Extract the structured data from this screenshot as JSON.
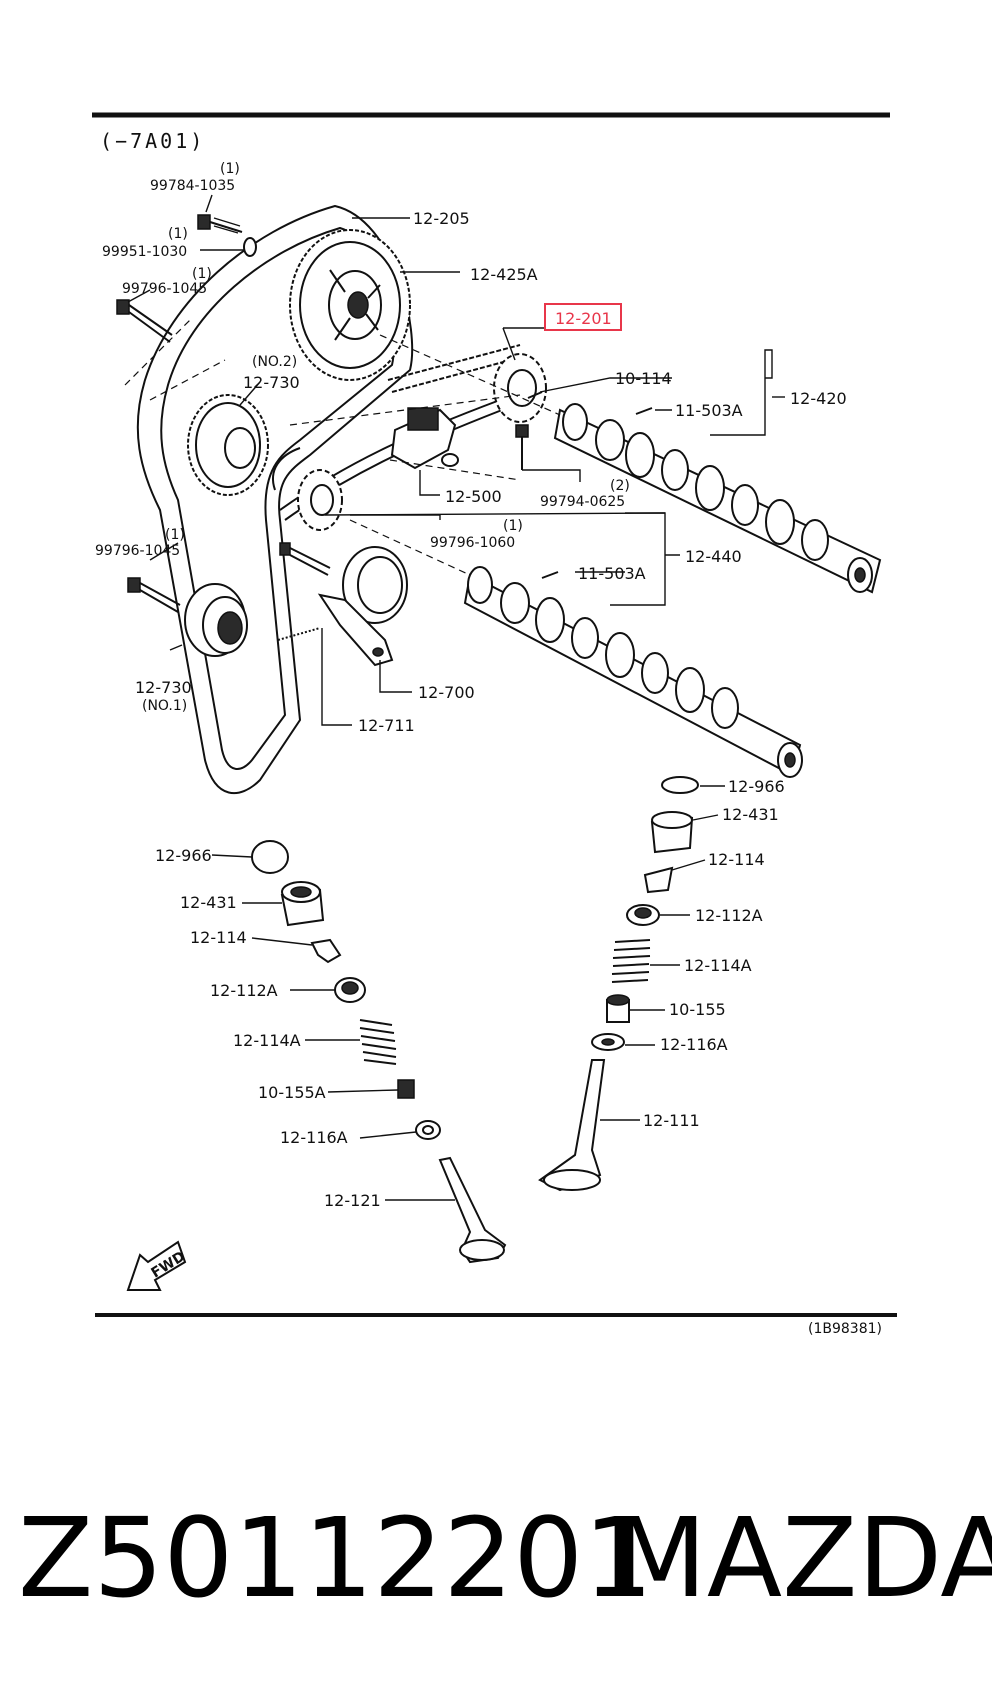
{
  "diagram": {
    "header": "(−7A01)",
    "footer_code": "(1B98381)",
    "fwd_label": "FWD",
    "highlight_color": "#e8364a",
    "labels": [
      {
        "id": "qty-99784",
        "text": "(1)"
      },
      {
        "id": "p-99784-1035",
        "text": "99784-1035"
      },
      {
        "id": "qty-99951",
        "text": "(1)"
      },
      {
        "id": "p-99951-1030",
        "text": "99951-1030"
      },
      {
        "id": "qty-99796a",
        "text": "(1)"
      },
      {
        "id": "p-99796-1045a",
        "text": "99796-1045"
      },
      {
        "id": "p-12-205",
        "text": "12-205"
      },
      {
        "id": "p-12-425A",
        "text": "12-425A"
      },
      {
        "id": "p-12-201",
        "text": "12-201"
      },
      {
        "id": "p-no2",
        "text": "(NO.2)"
      },
      {
        "id": "p-12-730a",
        "text": "12-730"
      },
      {
        "id": "p-10-114",
        "text": "10-114"
      },
      {
        "id": "p-12-420",
        "text": "12-420"
      },
      {
        "id": "p-11-503Aa",
        "text": "11-503A"
      },
      {
        "id": "p-12-500",
        "text": "12-500"
      },
      {
        "id": "qty-99794",
        "text": "(2)"
      },
      {
        "id": "p-99794-0625",
        "text": "99794-0625"
      },
      {
        "id": "qty-99796b",
        "text": "(1)"
      },
      {
        "id": "p-99796-1045b",
        "text": "99796-1045"
      },
      {
        "id": "qty-99796-1060",
        "text": "(1)"
      },
      {
        "id": "p-99796-1060",
        "text": "99796-1060"
      },
      {
        "id": "p-12-440",
        "text": "12-440"
      },
      {
        "id": "p-11-503Ab",
        "text": "11-503A"
      },
      {
        "id": "p-12-730b",
        "text": "12-730"
      },
      {
        "id": "p-no1",
        "text": "(NO.1)"
      },
      {
        "id": "p-12-700",
        "text": "12-700"
      },
      {
        "id": "p-12-711",
        "text": "12-711"
      },
      {
        "id": "p-12-966a",
        "text": "12-966"
      },
      {
        "id": "p-12-431a",
        "text": "12-431"
      },
      {
        "id": "p-12-114a",
        "text": "12-114"
      },
      {
        "id": "p-12-112Aa",
        "text": "12-112A"
      },
      {
        "id": "p-12-114Aa",
        "text": "12-114A"
      },
      {
        "id": "p-10-155",
        "text": "10-155"
      },
      {
        "id": "p-12-116Aa",
        "text": "12-116A"
      },
      {
        "id": "p-12-111",
        "text": "12-111"
      },
      {
        "id": "p-12-966b",
        "text": "12-966"
      },
      {
        "id": "p-12-431b",
        "text": "12-431"
      },
      {
        "id": "p-12-114b",
        "text": "12-114"
      },
      {
        "id": "p-12-112Ab",
        "text": "12-112A"
      },
      {
        "id": "p-12-114Ab",
        "text": "12-114A"
      },
      {
        "id": "p-10-155A",
        "text": "10-155A"
      },
      {
        "id": "p-12-116Ab",
        "text": "12-116A"
      },
      {
        "id": "p-12-121",
        "text": "12-121"
      }
    ]
  },
  "caption": {
    "part_number": "Z50112201",
    "brand": "MAZDA"
  }
}
